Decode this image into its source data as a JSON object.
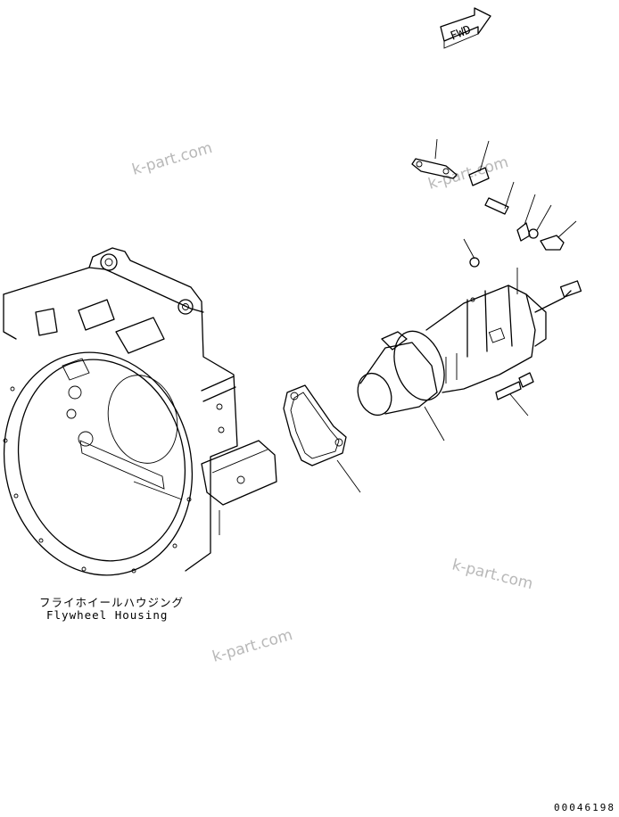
{
  "direction_label": "FWD",
  "watermarks": [
    "k-part.com",
    "k-part.com",
    "k-part.com",
    "k-part.com"
  ],
  "caption_jp": "フライホイールハウジング",
  "caption_en": "Flywheel Housing",
  "doc_number": "00046198"
}
